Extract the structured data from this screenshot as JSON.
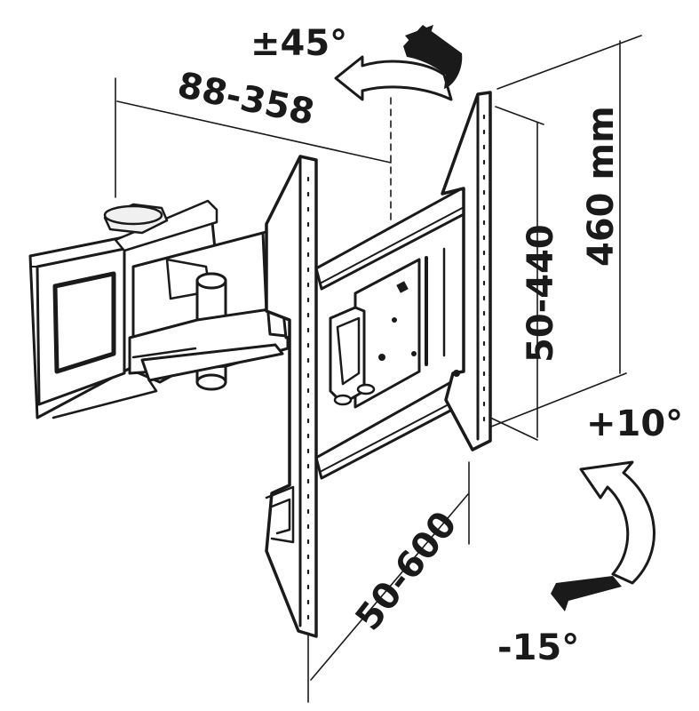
{
  "labels": {
    "swivel": "±45°",
    "arm_extension": "88-358",
    "overall_height": "460 mm",
    "vertical_hole_spacing": "50-440",
    "horizontal_hole_spacing": "50-600",
    "tilt_up": "+10°",
    "tilt_down": "-15°"
  },
  "colors": {
    "line": "#1a1a1a",
    "background": "#ffffff",
    "arrow_fill": "#1a1a1a"
  }
}
